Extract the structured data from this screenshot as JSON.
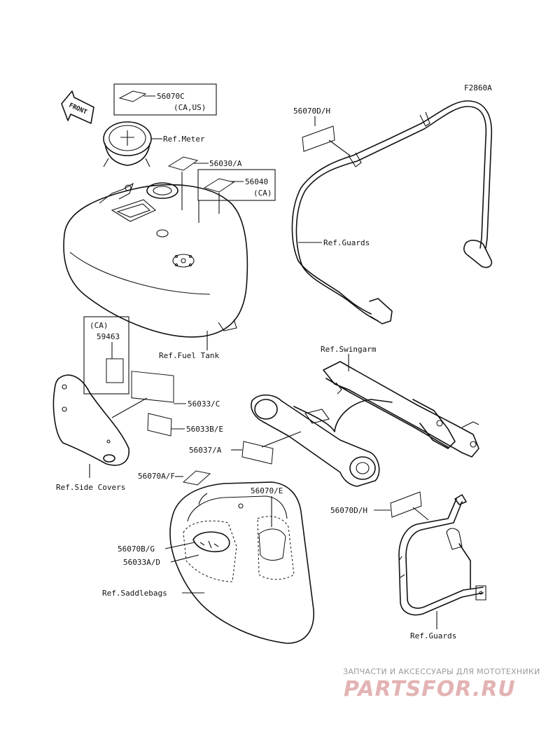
{
  "diagram": {
    "figure_code": "F2860A",
    "front_arrow_label": "FRONT",
    "labels": {
      "meter_decal_code": "56070C",
      "meter_decal_region": "(CA,US)",
      "ref_meter": "Ref.Meter",
      "decal_56030": "56030/A",
      "decal_56040": "56040",
      "decal_56040_region": "(CA)",
      "ref_fuel_tank": "Ref.Fuel Tank",
      "ca_note": "(CA)",
      "decal_59463": "59463",
      "decal_56033c": "56033/C",
      "decal_56033be": "56033B/E",
      "ref_side_covers": "Ref.Side Covers",
      "decal_56070af": "56070A/F",
      "decal_56070e": "56070/E",
      "decal_56070bg": "56070B/G",
      "decal_56033ad": "56033A/D",
      "ref_saddlebags": "Ref.Saddlebags",
      "decal_56070dh_top": "56070D/H",
      "ref_guards_top": "Ref.Guards",
      "ref_swingarm": "Ref.Swingarm",
      "decal_56037a": "56037/A",
      "decal_56070dh_bottom": "56070D/H",
      "ref_guards_bottom": "Ref.Guards"
    }
  },
  "watermark": {
    "subtitle": "ЗАПЧАСТИ И АКСЕССУАРЫ ДЛЯ МОТОТЕХНИКИ",
    "brand": "PARTSFOR.RU"
  }
}
